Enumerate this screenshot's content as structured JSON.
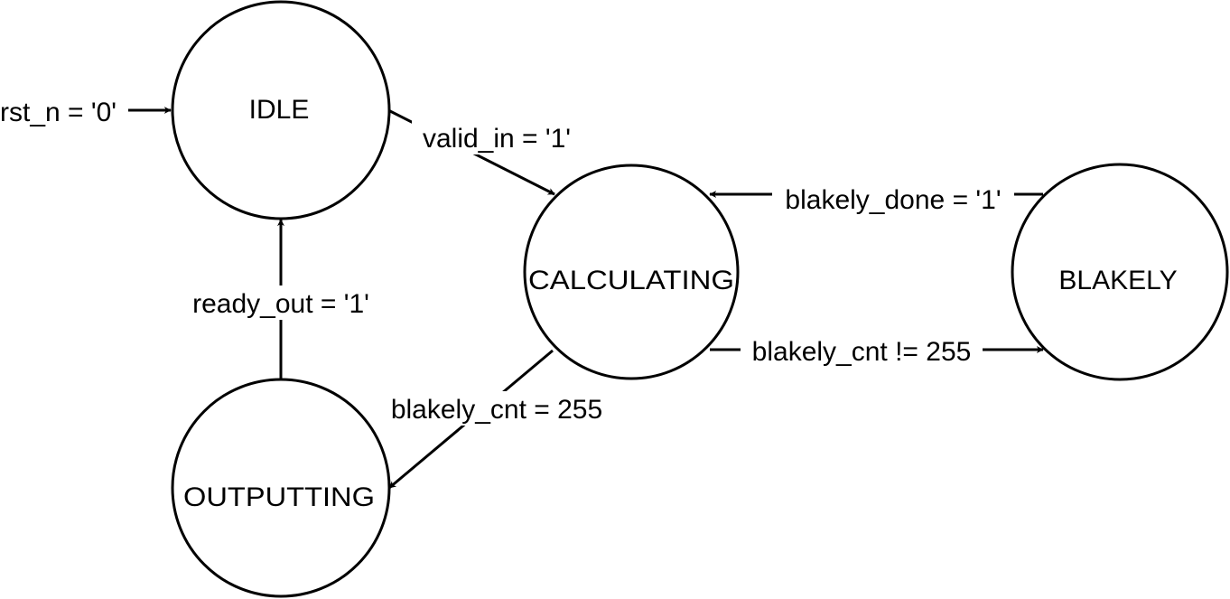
{
  "states": {
    "idle": "IDLE",
    "calculating": "CALCULATING",
    "blakely": "BLAKELY",
    "outputting": "OUTPUTTING"
  },
  "transitions": {
    "reset": "rst_n = '0'",
    "idle_to_calculating": "valid_in = '1'",
    "blakely_to_calculating": "blakely_done = '1'",
    "calculating_to_blakely": "blakely_cnt != 255",
    "calculating_to_outputting": "blakely_cnt = 255",
    "outputting_to_idle": "ready_out = '1'"
  },
  "colors": {
    "stroke": "#000000",
    "background": "#ffffff"
  }
}
